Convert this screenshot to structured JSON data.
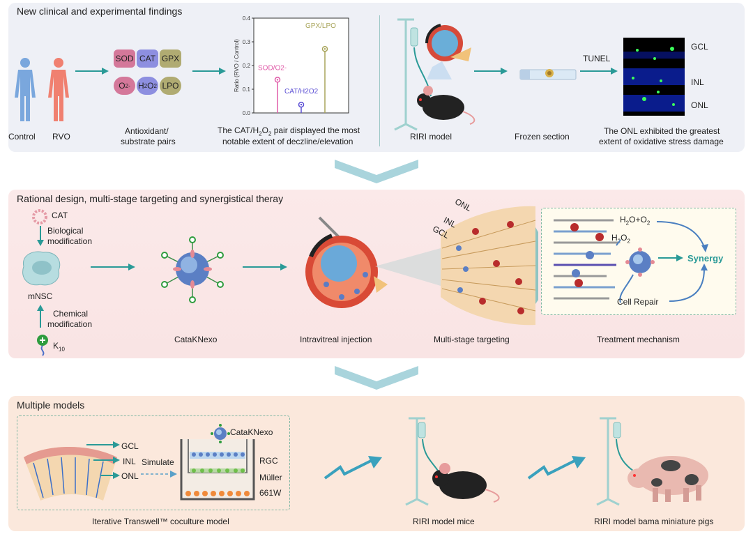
{
  "colors": {
    "teal": "#2a9a97",
    "panel1": "#eef0f6",
    "panel2": "#fbe8e8",
    "panel3": "#fbe8dc"
  },
  "panel1": {
    "title": "New clinical and experimental findings",
    "control": "Control",
    "rvo": "RVO",
    "pairs": {
      "sod": "SOD",
      "cat": "CAT",
      "gpx": "GPX",
      "o2": "O",
      "h2o2": "H",
      "lpo": "LPO"
    },
    "pairs_caption_1": "Antioxidant/",
    "pairs_caption_2": "substrate pairs",
    "chart_caption_1a": "The CAT/H",
    "chart_caption_1b": " pair displayed the most",
    "chart_caption_2": "notable extent of deczline/elevation",
    "riri_model": "RIRI model",
    "tunel": "TUNEL",
    "frozen_section": "Frozen section",
    "gcl": "GCL",
    "inl": "INL",
    "onl": "ONL",
    "onl_caption_1": "The ONL exhibited the greatest",
    "onl_caption_2": "extent of oxidative stress damage"
  },
  "chart_data": {
    "type": "scatter",
    "ylabel": "Ratio (RVO / Control)",
    "ylim": [
      0,
      0.4
    ],
    "yticks": [
      "0.0",
      "0.1",
      "0.2",
      "0.3",
      "0.4"
    ],
    "series": [
      {
        "name": "SOD/O2-",
        "value": 0.14,
        "color": "#e05aa8"
      },
      {
        "name": "CAT/H2O2",
        "value": 0.035,
        "color": "#5b4fd4"
      },
      {
        "name": "GPX/LPO",
        "value": 0.27,
        "color": "#a8a45a"
      }
    ]
  },
  "panel2": {
    "title": "Rational design, multi-stage targeting and synergistical theray",
    "cat": "CAT",
    "bio_mod_1": "Biological",
    "bio_mod_2": "modification",
    "mnsc": "mNSC",
    "chem_mod_1": "Chemical",
    "chem_mod_2": "modification",
    "k10": "K",
    "k10_sub": "10",
    "catak": "CataKNexo",
    "intravitreal": "Intravitreal injection",
    "onl": "ONL",
    "inl": "INL",
    "gcl": "GCL",
    "multistage": "Multi-stage targeting",
    "h2o_o2": "H",
    "h2o2": "H",
    "synergy": "Synergy",
    "cell_repair": "Cell Repair",
    "treatment": "Treatment  mechanism"
  },
  "panel3": {
    "title": "Multiple models",
    "gcl": "GCL",
    "inl": "INL",
    "onl": "ONL",
    "simulate": "Simulate",
    "catak": "CataKNexo",
    "rgc": "RGC",
    "muller": "Müller",
    "w661": "661W",
    "transwell": "Iterative Transwell™ coculture model",
    "mice": "RIRI model mice",
    "pigs": "RIRI model bama miniature pigs"
  }
}
